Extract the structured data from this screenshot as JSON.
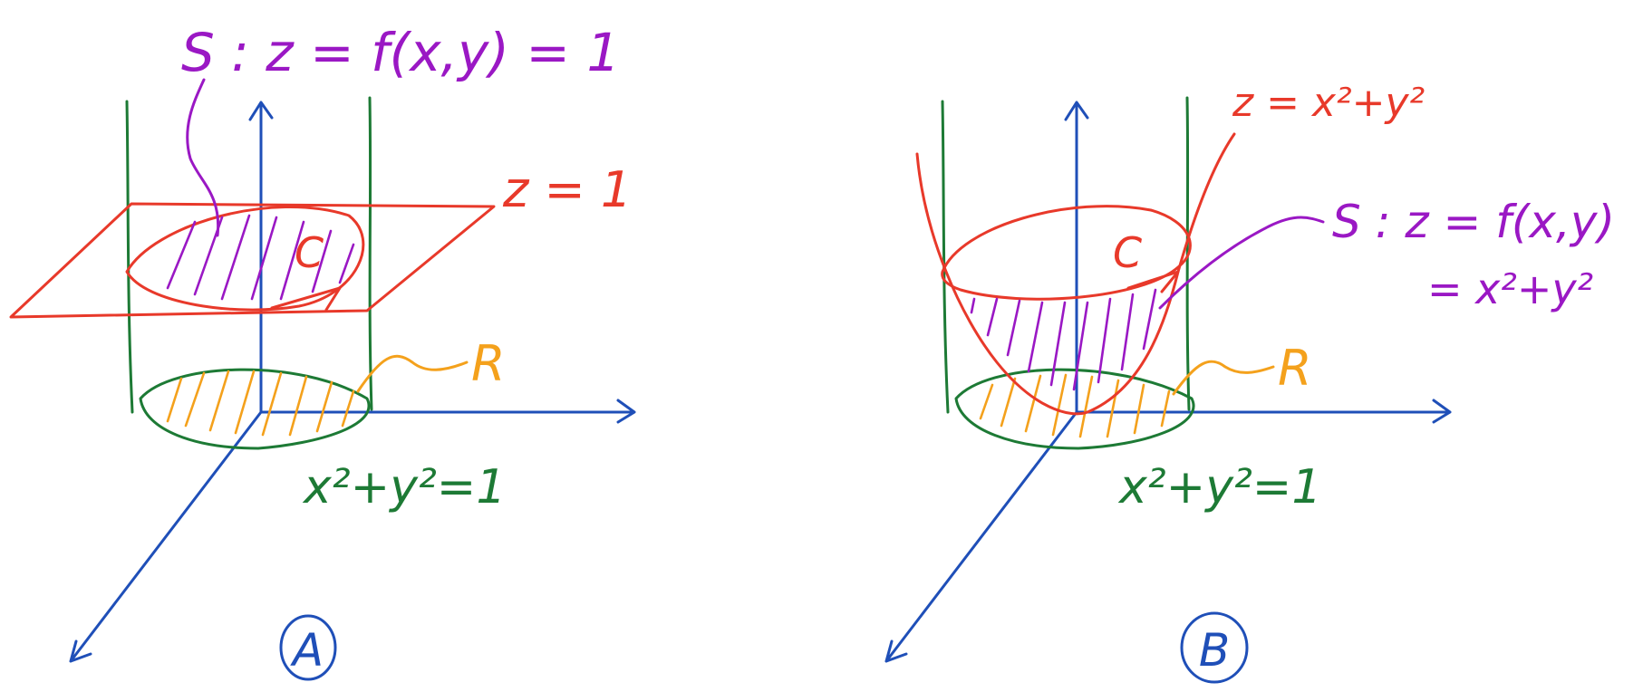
{
  "colors": {
    "axis": "#1f4fb8",
    "cylinder": "#1d7a35",
    "surface_red": "#e8392a",
    "surface_purple": "#9a18c4",
    "region": "#f4a11c",
    "panel_label": "#1f4fb8",
    "background": "#ffffff"
  },
  "panel_a": {
    "surface_label": "S : z = f(x,y) = 1",
    "plane_label": "z = 1",
    "curve_label": "C",
    "region_label": "R",
    "cylinder_label": "x²+y²=1",
    "panel_label": "A"
  },
  "panel_b": {
    "paraboloid_label": "z = x²+y²",
    "surface_label": "S : z = f(x,y)",
    "surface_label_2": "= x²+y²",
    "curve_label": "C",
    "region_label": "R",
    "cylinder_label": "x²+y²=1",
    "panel_label": "B"
  }
}
